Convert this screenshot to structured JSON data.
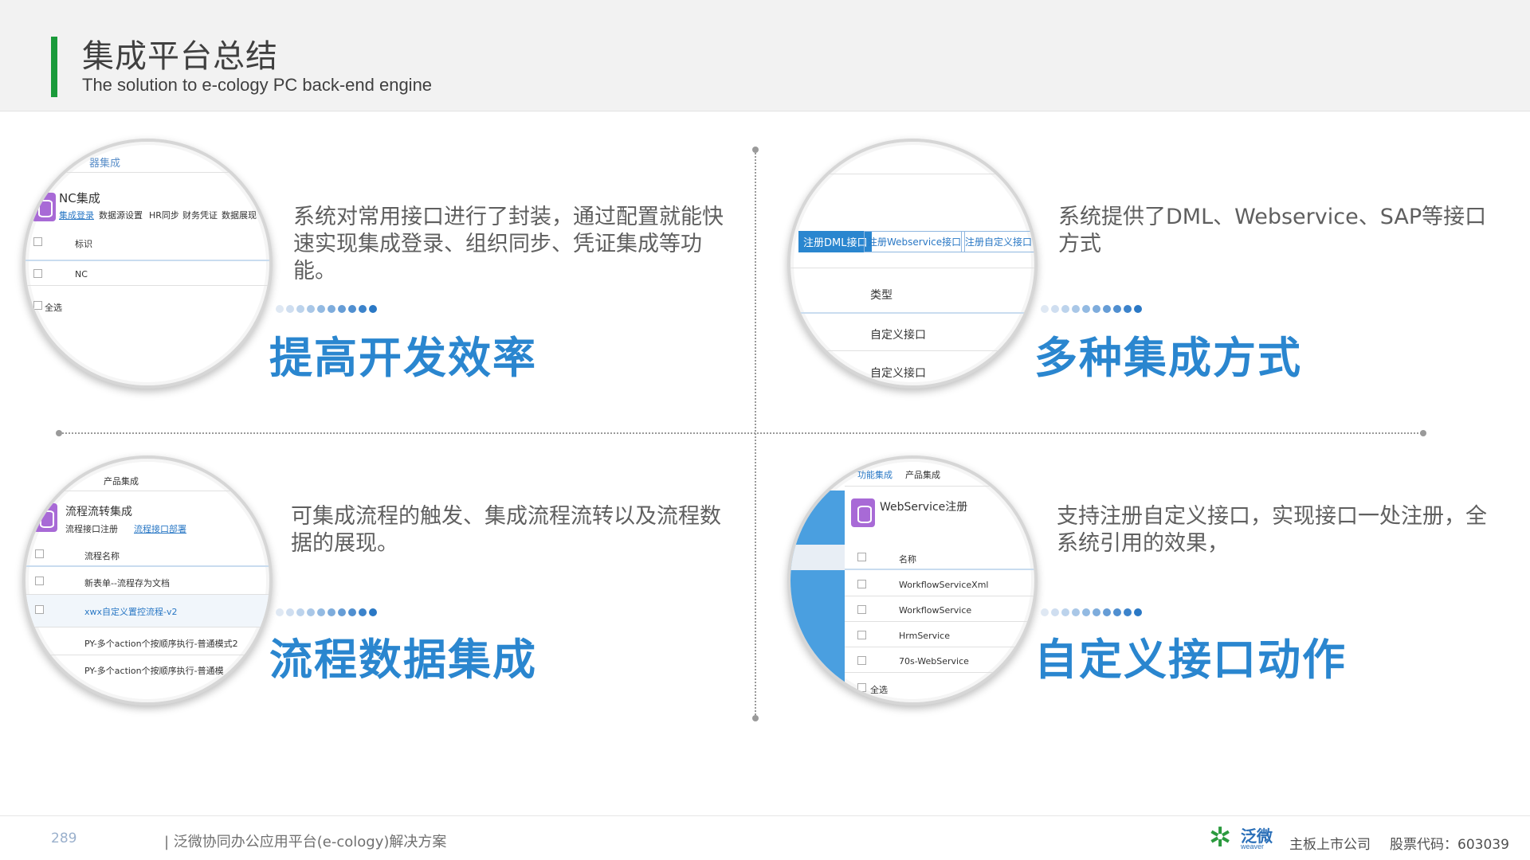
{
  "header": {
    "title": "集成平台总结",
    "subtitle": "The solution to e-cology PC back-end engine",
    "accent_color": "#1a9a3a"
  },
  "quadrants": [
    {
      "description": "系统对常用接口进行了封装，通过配置就能快速实现集成登录、组织同步、凭证集成等功能。",
      "heading": "提高开发效率",
      "ui": {
        "crumb": "器集成",
        "panel_title": "NC集成",
        "tabs": [
          "集成登录",
          "数据源设置",
          "HR同步",
          "财务凭证",
          "数据展现"
        ],
        "column_header": "标识",
        "rows": [
          "NC"
        ],
        "select_all": "全选"
      }
    },
    {
      "description": "系统提供了DML、Webservice、SAP等接口方式",
      "heading": "多种集成方式",
      "ui": {
        "buttons": [
          "注册DML接口",
          "注册Webservice接口",
          "注册自定义接口"
        ],
        "column_header": "类型",
        "rows": [
          "自定义接口",
          "自定义接口"
        ]
      }
    },
    {
      "description": "可集成流程的触发、集成流程流转以及流程数据的展现。",
      "heading": "流程数据集成",
      "ui": {
        "crumb": "产品集成",
        "panel_title": "流程流转集成",
        "tabs": [
          "流程接口注册",
          "流程接口部署"
        ],
        "column_header": "流程名称",
        "rows": [
          "新表单--流程存为文档",
          "xwx自定义置控流程-v2",
          "PY-多个action个按顺序执行-普通模式2",
          "PY-多个action个按顺序执行-普通模"
        ]
      }
    },
    {
      "description": "支持注册自定义接口，实现接口一处注册，全系统引用的效果，",
      "heading": "自定义接口动作",
      "ui": {
        "crumbs": [
          "功能集成",
          "产品集成"
        ],
        "panel_title": "WebService注册",
        "column_header": "名称",
        "rows": [
          "WorkflowServiceXml",
          "WorkflowService",
          "HrmService",
          "70s-WebService"
        ],
        "select_all": "全选"
      }
    }
  ],
  "colors": {
    "heading_blue": "#2a86cf",
    "text_gray": "#5f5f5f",
    "dots": [
      "#dfe8f3",
      "#cfdef0",
      "#bcd3ec",
      "#a9c7e7",
      "#93bae2",
      "#7eacdc",
      "#669dd6",
      "#508fd0",
      "#3c83cb",
      "#2a78c5"
    ]
  },
  "footer": {
    "page_number": "289",
    "doc_title": "| 泛微协同办公应用平台(e-cology)解决方案",
    "logo_text": "泛微",
    "logo_sub": "weaver",
    "company": "主板上市公司",
    "stock": "股票代码：603039"
  }
}
